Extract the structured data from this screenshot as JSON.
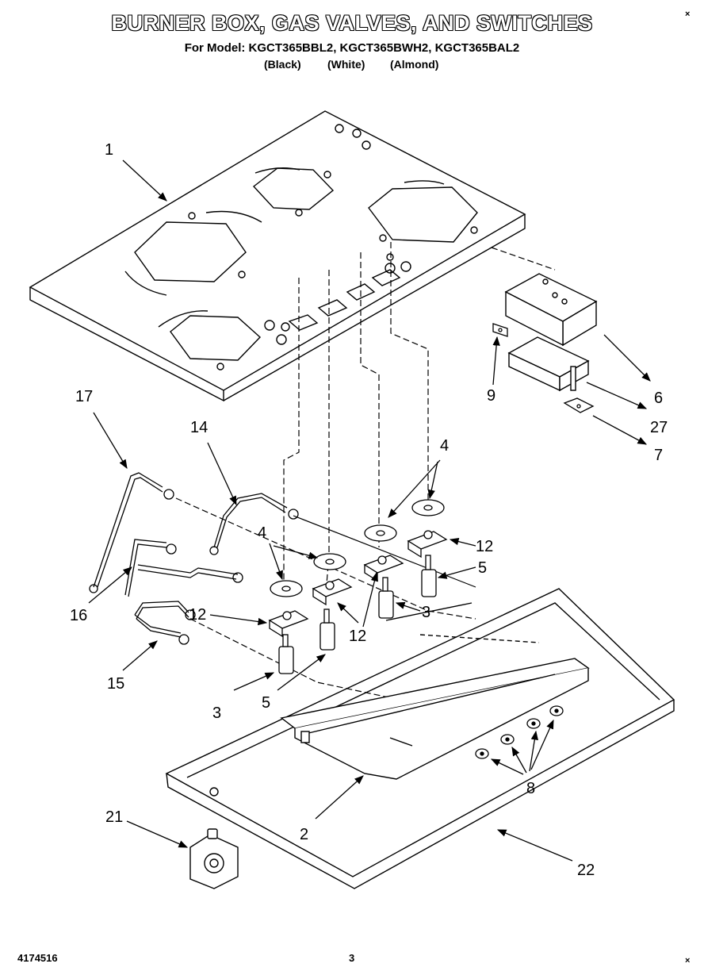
{
  "header": {
    "title": "BURNER BOX, GAS VALVES, AND SWITCHES",
    "models": "For Model: KGCT365BBL2, KGCT365BWH2, KGCT365BAL2",
    "colors": [
      "(Black)",
      "(White)",
      "(Almond)"
    ]
  },
  "corner_marks": [
    "×",
    "×"
  ],
  "footer": {
    "doc_number": "4174516",
    "page_number": "3"
  },
  "labels": {
    "l1": "1",
    "l2": "2",
    "l3a": "3",
    "l3b": "3",
    "l4a": "4",
    "l4b": "4",
    "l5a": "5",
    "l5b": "5",
    "l6": "6",
    "l7": "7",
    "l8": "8",
    "l9": "9",
    "l12a": "12",
    "l12b": "12",
    "l12c": "12",
    "l14": "14",
    "l15": "15",
    "l16": "16",
    "l17": "17",
    "l21": "21",
    "l22": "22",
    "l27": "27"
  }
}
